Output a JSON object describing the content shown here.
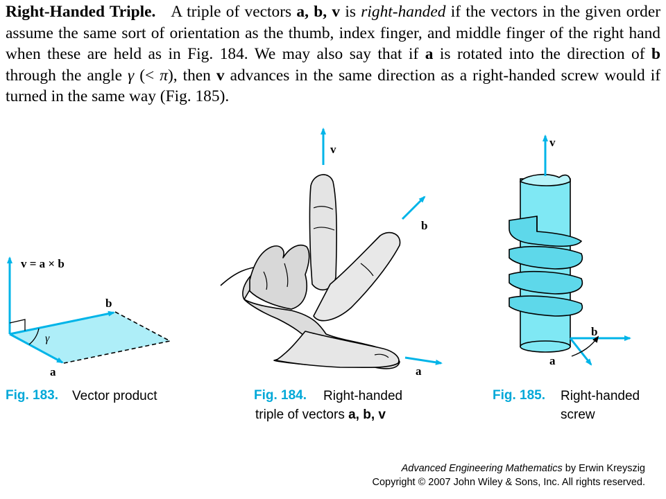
{
  "paragraph": {
    "heading": "Right-Handed Triple.",
    "part1": "A triple of vectors ",
    "vectors": "a, b, v",
    "part2": " is ",
    "emphasis": "right-handed",
    "part3": " if the vectors in the given order assume the same sort of orientation as the thumb, index finger, and middle finger of the right hand when these are held as in Fig. 184. We may also say that if ",
    "vec_a": "a",
    "part4": " is rotated into the direction of ",
    "vec_b": "b",
    "part5": " through the angle ",
    "gamma": "γ",
    "part6": " (< ",
    "pi": "π",
    "part7": "), then ",
    "vec_v": "v",
    "part8": " advances in the same direction as a right-handed screw would if turned in the same way (Fig. 185)."
  },
  "figures": [
    {
      "number": "Fig. 183.",
      "caption": "Vector product",
      "labels": {
        "formula": "v = a × b",
        "b": "b",
        "a": "a",
        "gamma": "γ"
      }
    },
    {
      "number": "Fig. 184.",
      "caption_line1": "Right-handed",
      "caption_line2": "triple of vectors ",
      "caption_vectors": "a, b, v",
      "labels": {
        "v": "v",
        "b": "b",
        "a": "a"
      }
    },
    {
      "number": "Fig. 185.",
      "caption_line1": "Right-handed",
      "caption_line2": "screw",
      "labels": {
        "v": "v",
        "b": "b",
        "a": "a"
      }
    }
  ],
  "copyright": {
    "book_title": "Advanced Engineering Mathematics",
    "author_part": " by Erwin Kreyszig",
    "line2": "Copyright © 2007 John Wiley & Sons, Inc.  All rights reserved."
  },
  "colors": {
    "accent": "#00b4e8",
    "fill_light": "#aeeef8",
    "cylinder": "#7fe8f4"
  }
}
